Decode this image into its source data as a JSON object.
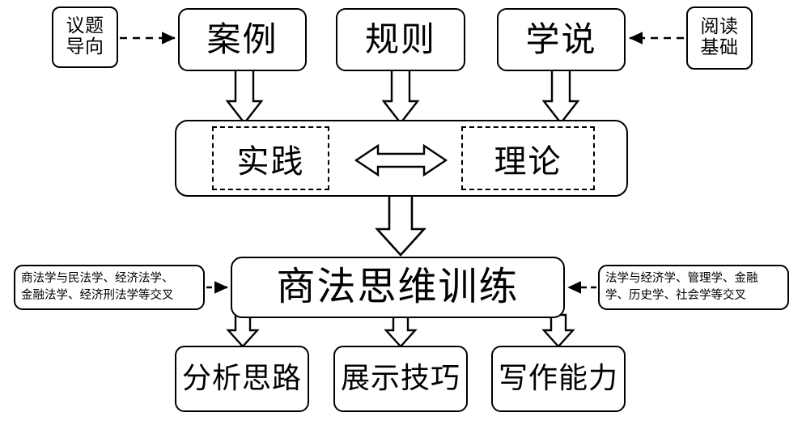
{
  "diagram": {
    "title_text": "商法思维训练",
    "sources": [
      {
        "id": "case",
        "label": "案例"
      },
      {
        "id": "rule",
        "label": "规则"
      },
      {
        "id": "theory",
        "label": "学说"
      }
    ],
    "side_inputs": [
      {
        "id": "issue-orientation",
        "label": "议题\n导向"
      },
      {
        "id": "reading-basis",
        "label": "阅读\n基础"
      }
    ],
    "middle": {
      "left_label": "实践",
      "right_label": "理论",
      "relation_icon": "double-headed-arrow"
    },
    "notes": {
      "left": "商法学与民法学、经济法学、\n金融法学、经济刑法学等交叉",
      "right": "法学与经济学、管理学、金融\n学、历史学、社会学等交叉"
    },
    "outcomes": [
      {
        "id": "analysis-approach",
        "label": "分析思路"
      },
      {
        "id": "presentation-skill",
        "label": "展示技巧"
      },
      {
        "id": "writing-ability",
        "label": "写作能力"
      }
    ],
    "colors": {
      "stroke": "#000000",
      "fill": "#ffffff",
      "text": "#000000"
    }
  }
}
